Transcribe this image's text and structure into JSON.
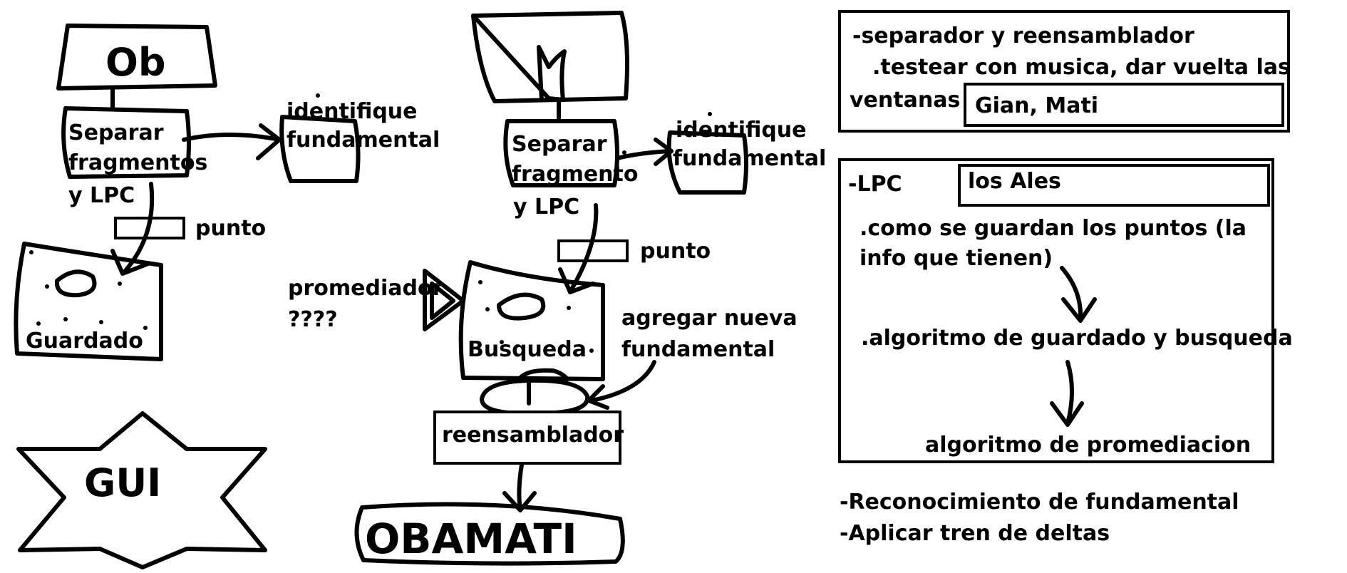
{
  "diagram": {
    "left_flow": {
      "top_box": "Ob",
      "separar": [
        "Separar",
        "fragmentos",
        "y LPC"
      ],
      "identifique": [
        "identifique",
        "fundamental"
      ],
      "punto": "punto",
      "guardado": "Guardado"
    },
    "center_flow": {
      "separar": [
        "Separar",
        "fragmento",
        "y LPC"
      ],
      "identifique": [
        "identifique",
        "fundamental"
      ],
      "punto": "punto",
      "promediador": [
        "promediador",
        "????"
      ],
      "busqueda": "Busqueda",
      "agregar": [
        "agregar nueva",
        "fundamental"
      ],
      "reensamblador": "reensamblador",
      "obamati": "OBAMATI"
    },
    "gui": "GUI",
    "panel1": {
      "line1": "-separador y reensamblador",
      "line2": ".testear con musica, dar vuelta las",
      "line3": "ventanas",
      "assignee": "Gian, Mati"
    },
    "panel2": {
      "title": "-LPC",
      "assignee": "los Ales",
      "line1": ".como se guardan los puntos (la",
      "line2": "info que tienen)",
      "line3": ".algoritmo de guardado y busqueda",
      "line4": "algoritmo de promediacion"
    },
    "bottom_notes": [
      "-Reconocimiento de fundamental",
      "-Aplicar tren de deltas"
    ]
  }
}
